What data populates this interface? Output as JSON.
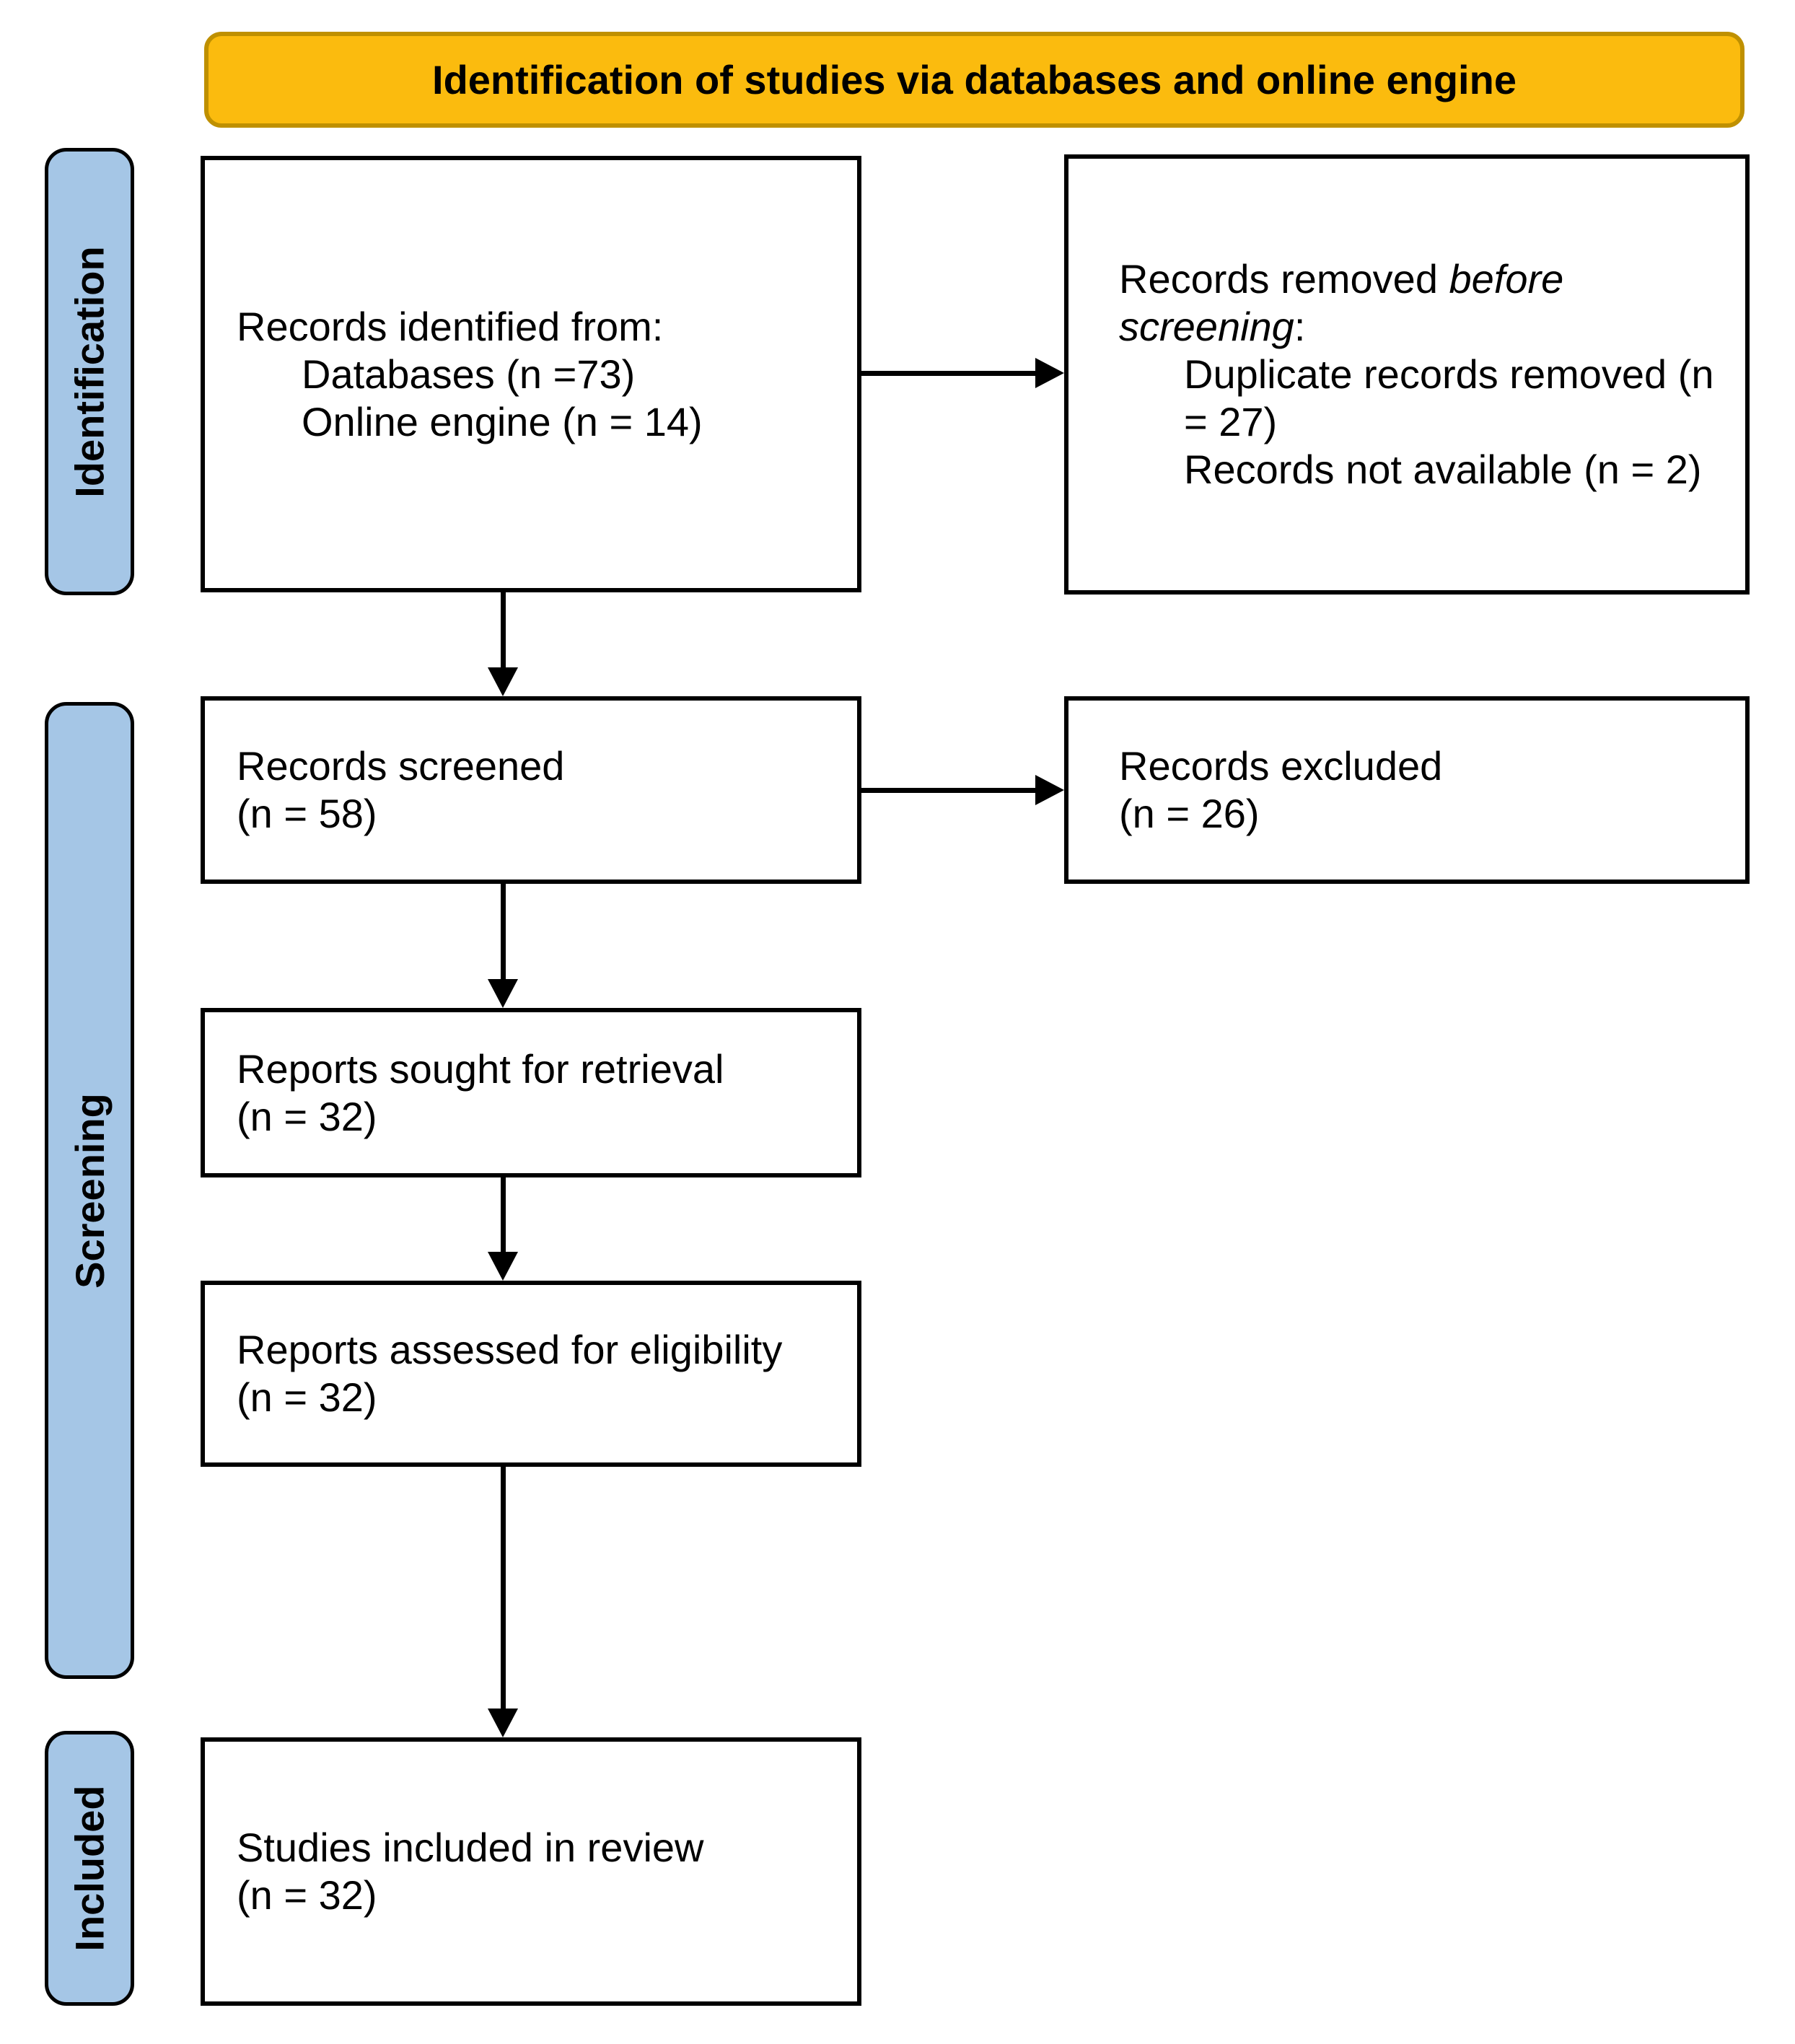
{
  "banner": {
    "label": "Identification of studies via databases and online engine",
    "bg_color": "#FBBB0E",
    "border_color": "#BF9000"
  },
  "sidebar": {
    "bg_color": "#A5C6E6",
    "border_color": "#000000",
    "labels": [
      {
        "text": "Identification"
      },
      {
        "text": "Screening"
      },
      {
        "text": "Included"
      }
    ]
  },
  "boxes": {
    "identified": {
      "title": "Records identified from:",
      "items": [
        "Databases (n =73)",
        "Online engine (n = 14)"
      ]
    },
    "removed": {
      "line1_regular": "Records removed ",
      "line1_italic": "before",
      "line2_italic": "screening",
      "line2_regular": ":",
      "items": [
        "Duplicate records removed (n = 27)",
        "Records not available (n = 2)"
      ]
    },
    "screened": {
      "lines": [
        "Records screened",
        "(n = 58)"
      ]
    },
    "excluded": {
      "lines": [
        "Records excluded",
        "(n = 26)"
      ]
    },
    "sought": {
      "lines": [
        "Reports sought for retrieval",
        "(n = 32)"
      ]
    },
    "assessed": {
      "lines": [
        "Reports assessed for eligibility",
        "(n = 32)"
      ]
    },
    "included_studies": {
      "lines": [
        "Studies included in review",
        "(n = 32)"
      ]
    }
  }
}
